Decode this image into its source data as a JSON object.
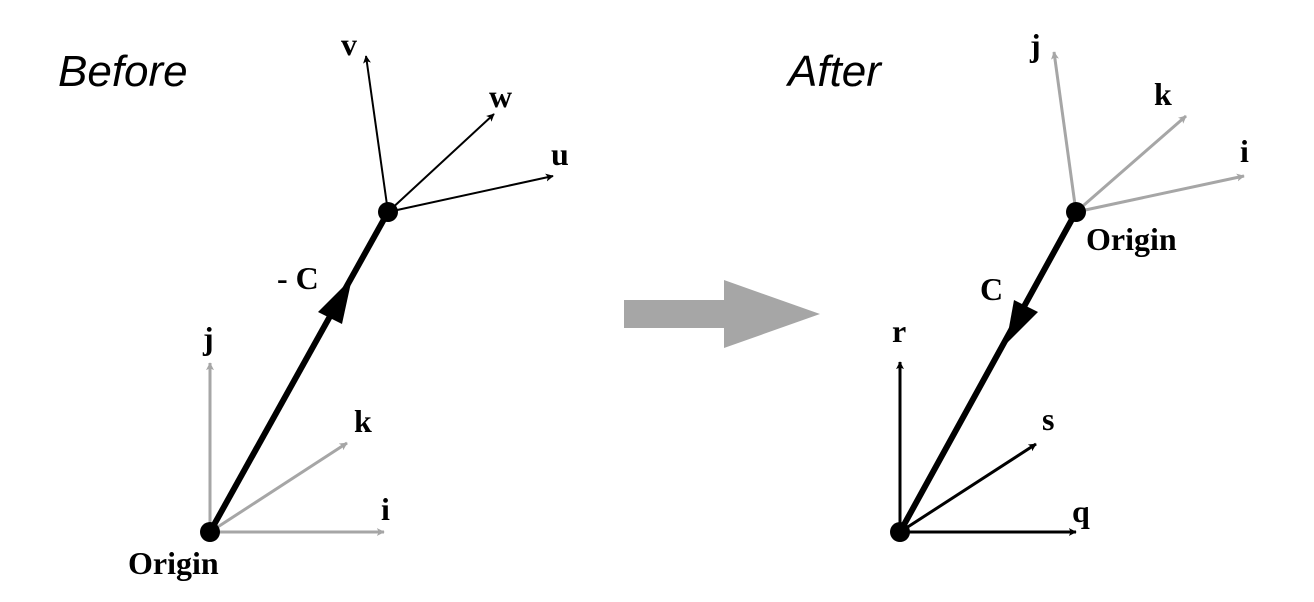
{
  "before": {
    "title": "Before",
    "origin_label": "Origin",
    "vector_label": "- C",
    "frame_labels": {
      "v": "v",
      "w": "w",
      "u": "u"
    },
    "world_labels": {
      "j": "j",
      "k": "k",
      "i": "i"
    }
  },
  "after": {
    "title": "After",
    "origin_label": "Origin",
    "vector_label": "C",
    "frame_labels": {
      "j": "j",
      "k": "k",
      "i": "i"
    },
    "world_labels": {
      "r": "r",
      "s": "s",
      "q": "q"
    }
  },
  "transition_arrow": "right-arrow",
  "colors": {
    "primary": "#000000",
    "secondary": "#a6a6a6",
    "arrow": "#a6a6a6",
    "background": "#ffffff"
  }
}
